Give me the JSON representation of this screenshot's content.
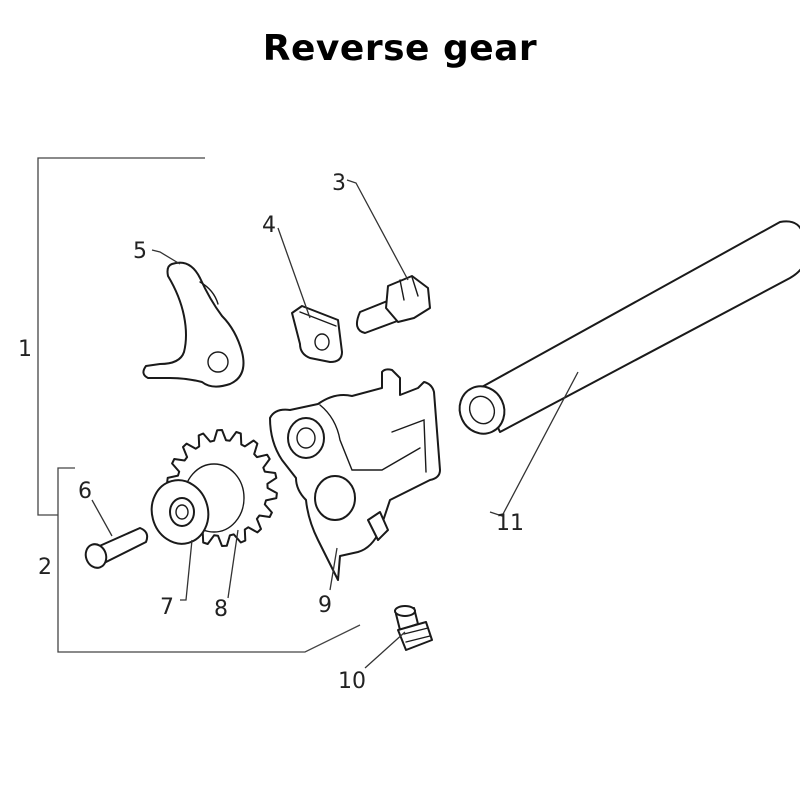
{
  "title": "Reverse gear",
  "labels": {
    "n1": "1",
    "n2": "2",
    "n3": "3",
    "n4": "4",
    "n5": "5",
    "n6": "6",
    "n7": "7",
    "n8": "8",
    "n9": "9",
    "n10": "10",
    "n11": "11"
  }
}
